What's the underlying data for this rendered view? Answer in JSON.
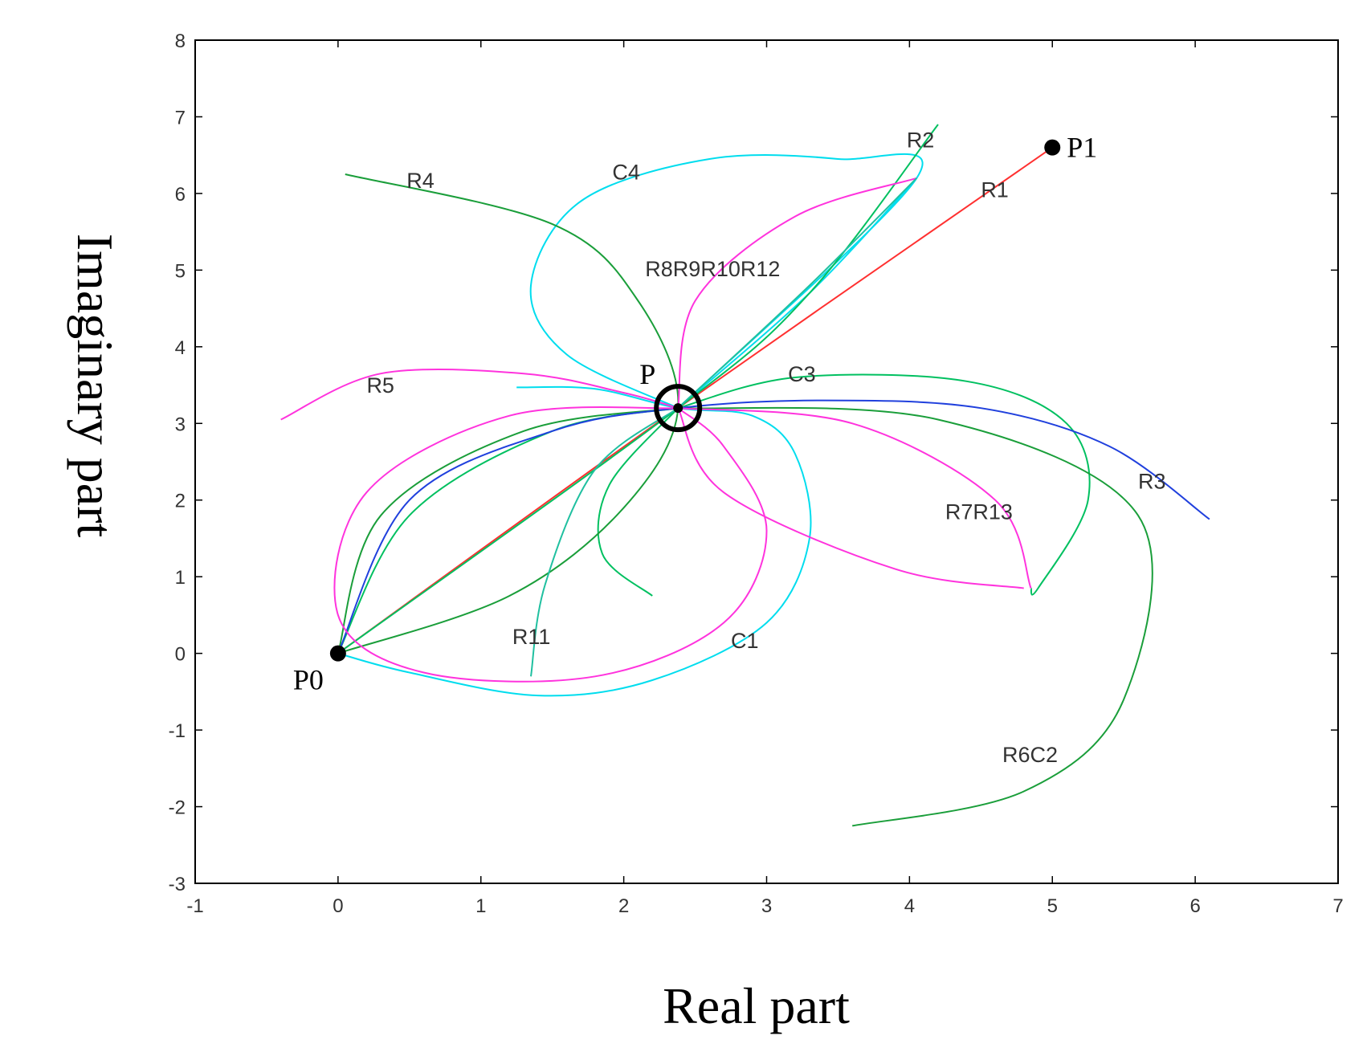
{
  "chart_data": {
    "type": "line",
    "title": "",
    "xlabel": "Real part",
    "ylabel": "Imaginary part",
    "xlim": [
      -1,
      7
    ],
    "ylim": [
      -3,
      8
    ],
    "xticks": [
      "-1",
      "0",
      "1",
      "2",
      "3",
      "4",
      "5",
      "6",
      "7"
    ],
    "yticks": [
      "-3",
      "-2",
      "-1",
      "0",
      "1",
      "2",
      "3",
      "4",
      "5",
      "6",
      "7",
      "8"
    ],
    "grid": false,
    "points": [
      {
        "name": "P0",
        "x": 0,
        "y": 0
      },
      {
        "name": "P",
        "x": 2.38,
        "y": 3.2,
        "marker": "circled"
      },
      {
        "name": "P1",
        "x": 5.0,
        "y": 6.6
      }
    ],
    "curves": [
      {
        "color": "#ff3030",
        "points": [
          [
            0,
            0
          ],
          [
            2.38,
            3.2
          ],
          [
            5.0,
            6.6
          ]
        ]
      },
      {
        "color": "#00ddee",
        "points": [
          [
            1.25,
            3.47
          ],
          [
            1.8,
            3.45
          ],
          [
            2.38,
            3.2
          ],
          [
            2.9,
            3.1
          ],
          [
            3.2,
            2.6
          ],
          [
            3.3,
            1.5
          ],
          [
            3.0,
            0.4
          ],
          [
            2.2,
            -0.35
          ],
          [
            1.4,
            -0.55
          ],
          [
            0.5,
            -0.25
          ],
          [
            0,
            0
          ]
        ]
      },
      {
        "color": "#00ddee",
        "points": [
          [
            2.38,
            3.2
          ],
          [
            1.6,
            3.9
          ],
          [
            1.35,
            4.8
          ],
          [
            1.7,
            5.9
          ],
          [
            2.6,
            6.45
          ],
          [
            3.5,
            6.45
          ],
          [
            4.05,
            6.2
          ],
          [
            2.38,
            3.2
          ]
        ]
      },
      {
        "color": "#00ddee",
        "points": [
          [
            2.38,
            3.2
          ],
          [
            3.3,
            4.7
          ],
          [
            4.05,
            6.2
          ]
        ]
      },
      {
        "color": "#00c060",
        "points": [
          [
            2.38,
            3.2
          ],
          [
            3.2,
            3.6
          ],
          [
            4.4,
            3.55
          ],
          [
            5.1,
            3.0
          ],
          [
            5.25,
            2.0
          ],
          [
            4.9,
            0.85
          ],
          [
            4.85,
            0.85
          ]
        ]
      },
      {
        "color": "#00c060",
        "points": [
          [
            2.38,
            3.2
          ],
          [
            1.9,
            2.2
          ],
          [
            1.85,
            1.3
          ],
          [
            2.2,
            0.75
          ]
        ]
      },
      {
        "color": "#00c060",
        "points": [
          [
            0,
            0
          ],
          [
            2.38,
            3.2
          ],
          [
            3.3,
            4.7
          ],
          [
            4.2,
            6.9
          ]
        ]
      },
      {
        "color": "#00c060",
        "points": [
          [
            0,
            0
          ],
          [
            0.5,
            1.8
          ],
          [
            1.5,
            2.9
          ],
          [
            2.38,
            3.2
          ]
        ]
      },
      {
        "color": "#1a9e3a",
        "points": [
          [
            0.05,
            6.25
          ],
          [
            1.5,
            5.6
          ],
          [
            2.1,
            4.6
          ],
          [
            2.38,
            3.2
          ],
          [
            2.0,
            1.9
          ],
          [
            1.2,
            0.75
          ],
          [
            0,
            0
          ]
        ]
      },
      {
        "color": "#1a9e3a",
        "points": [
          [
            0,
            0
          ],
          [
            0.3,
            1.8
          ],
          [
            1.3,
            2.9
          ],
          [
            2.38,
            3.2
          ]
        ]
      },
      {
        "color": "#1a9e3a",
        "points": [
          [
            2.38,
            3.2
          ],
          [
            4.2,
            3.05
          ],
          [
            5.6,
            1.8
          ],
          [
            5.5,
            -0.6
          ],
          [
            4.8,
            -1.8
          ],
          [
            3.6,
            -2.25
          ]
        ]
      },
      {
        "color": "#2040dd",
        "points": [
          [
            0,
            0
          ],
          [
            0.5,
            2.0
          ],
          [
            1.5,
            2.9
          ],
          [
            2.38,
            3.2
          ],
          [
            3.4,
            3.3
          ],
          [
            4.5,
            3.2
          ],
          [
            5.4,
            2.7
          ],
          [
            6.1,
            1.75
          ]
        ]
      },
      {
        "color": "#ff33dd",
        "points": [
          [
            -0.4,
            3.05
          ],
          [
            0.3,
            3.65
          ],
          [
            1.3,
            3.65
          ],
          [
            2.0,
            3.4
          ],
          [
            2.38,
            3.2
          ]
        ]
      },
      {
        "color": "#ff33dd",
        "points": [
          [
            2.38,
            3.2
          ],
          [
            1.2,
            3.1
          ],
          [
            0.2,
            2.1
          ],
          [
            0,
            0.5
          ],
          [
            0.6,
            -0.25
          ],
          [
            1.8,
            -0.3
          ],
          [
            2.7,
            0.4
          ],
          [
            3.0,
            1.6
          ],
          [
            2.7,
            2.7
          ],
          [
            2.38,
            3.2
          ]
        ]
      },
      {
        "color": "#ff33dd",
        "points": [
          [
            2.38,
            3.2
          ],
          [
            2.5,
            4.6
          ],
          [
            3.2,
            5.7
          ],
          [
            4.05,
            6.2
          ]
        ]
      },
      {
        "color": "#ff33dd",
        "points": [
          [
            2.38,
            3.2
          ],
          [
            2.7,
            2.1
          ],
          [
            3.9,
            1.1
          ],
          [
            4.8,
            0.85
          ]
        ]
      },
      {
        "color": "#ff33dd",
        "points": [
          [
            2.38,
            3.2
          ],
          [
            3.6,
            3.0
          ],
          [
            4.6,
            2.0
          ],
          [
            4.85,
            0.85
          ]
        ]
      },
      {
        "color": "#20c0a0",
        "points": [
          [
            2.38,
            3.2
          ],
          [
            1.8,
            2.4
          ],
          [
            1.45,
            0.9
          ],
          [
            1.35,
            -0.3
          ]
        ]
      },
      {
        "color": "#20c0a0",
        "points": [
          [
            2.38,
            3.2
          ],
          [
            3.3,
            4.8
          ],
          [
            4.05,
            6.2
          ]
        ]
      }
    ],
    "annotations": [
      {
        "text": "R1",
        "x": 4.5,
        "y": 5.95
      },
      {
        "text": "R2",
        "x": 3.98,
        "y": 6.6
      },
      {
        "text": "C4",
        "x": 1.92,
        "y": 6.18
      },
      {
        "text": "R4",
        "x": 0.48,
        "y": 6.07
      },
      {
        "text": "R8R9R10R12",
        "x": 2.15,
        "y": 4.92
      },
      {
        "text": "R5",
        "x": 0.2,
        "y": 3.4
      },
      {
        "text": "C3",
        "x": 3.15,
        "y": 3.55
      },
      {
        "text": "R3",
        "x": 5.6,
        "y": 2.15
      },
      {
        "text": "R7R13",
        "x": 4.25,
        "y": 1.75
      },
      {
        "text": "R11",
        "x": 1.22,
        "y": 0.12
      },
      {
        "text": "C1",
        "x": 2.75,
        "y": 0.07
      },
      {
        "text": "R6C2",
        "x": 4.65,
        "y": -1.42
      }
    ]
  }
}
